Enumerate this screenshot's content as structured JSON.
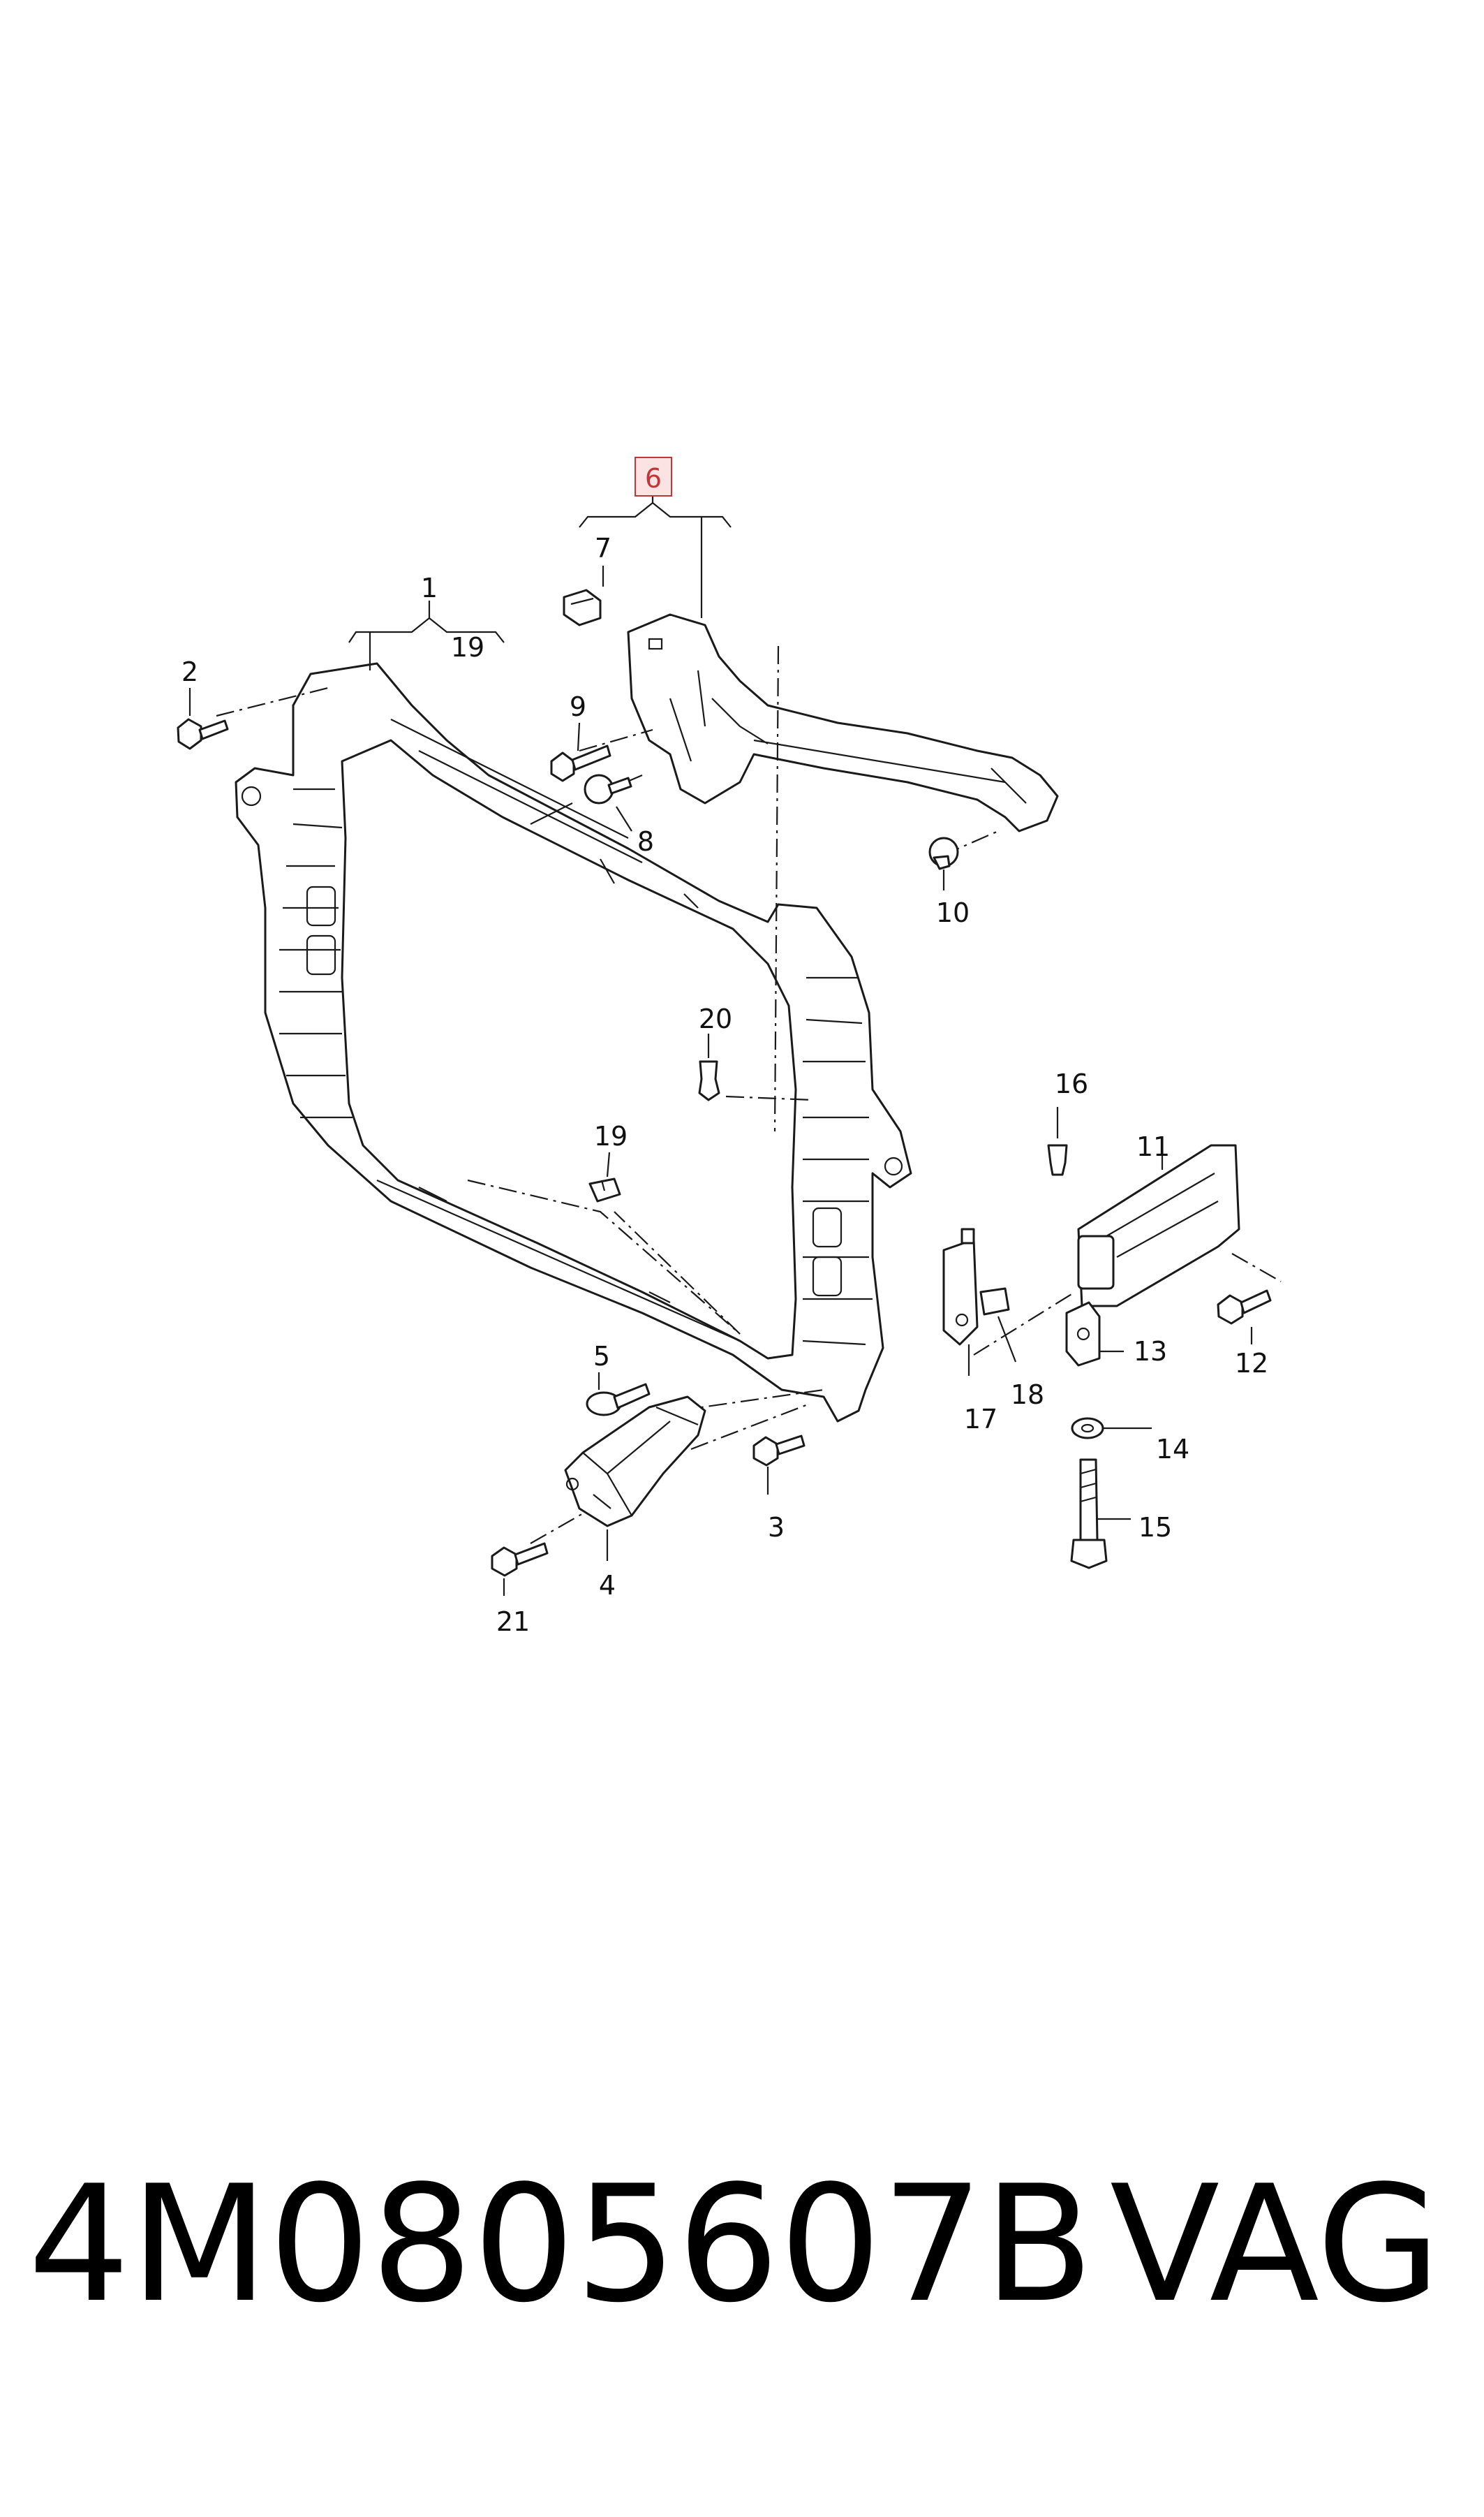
{
  "callouts": {
    "c1": "1",
    "c2": "2",
    "c3": "3",
    "c4": "4",
    "c5": "5",
    "c6": "6",
    "c7": "7",
    "c8": "8",
    "c9": "9",
    "c10": "10",
    "c11": "11",
    "c12": "12",
    "c13": "13",
    "c14": "14",
    "c15": "15",
    "c16": "16",
    "c17": "17",
    "c18": "18",
    "c19a": "19",
    "c19b": "19",
    "c20": "20",
    "c21": "21"
  },
  "highlight": {
    "callout": "6",
    "color": "#c2363a",
    "fill": "#fbe3e3"
  },
  "footer": {
    "part_number": "4M0805607B",
    "brand": "VAG"
  }
}
